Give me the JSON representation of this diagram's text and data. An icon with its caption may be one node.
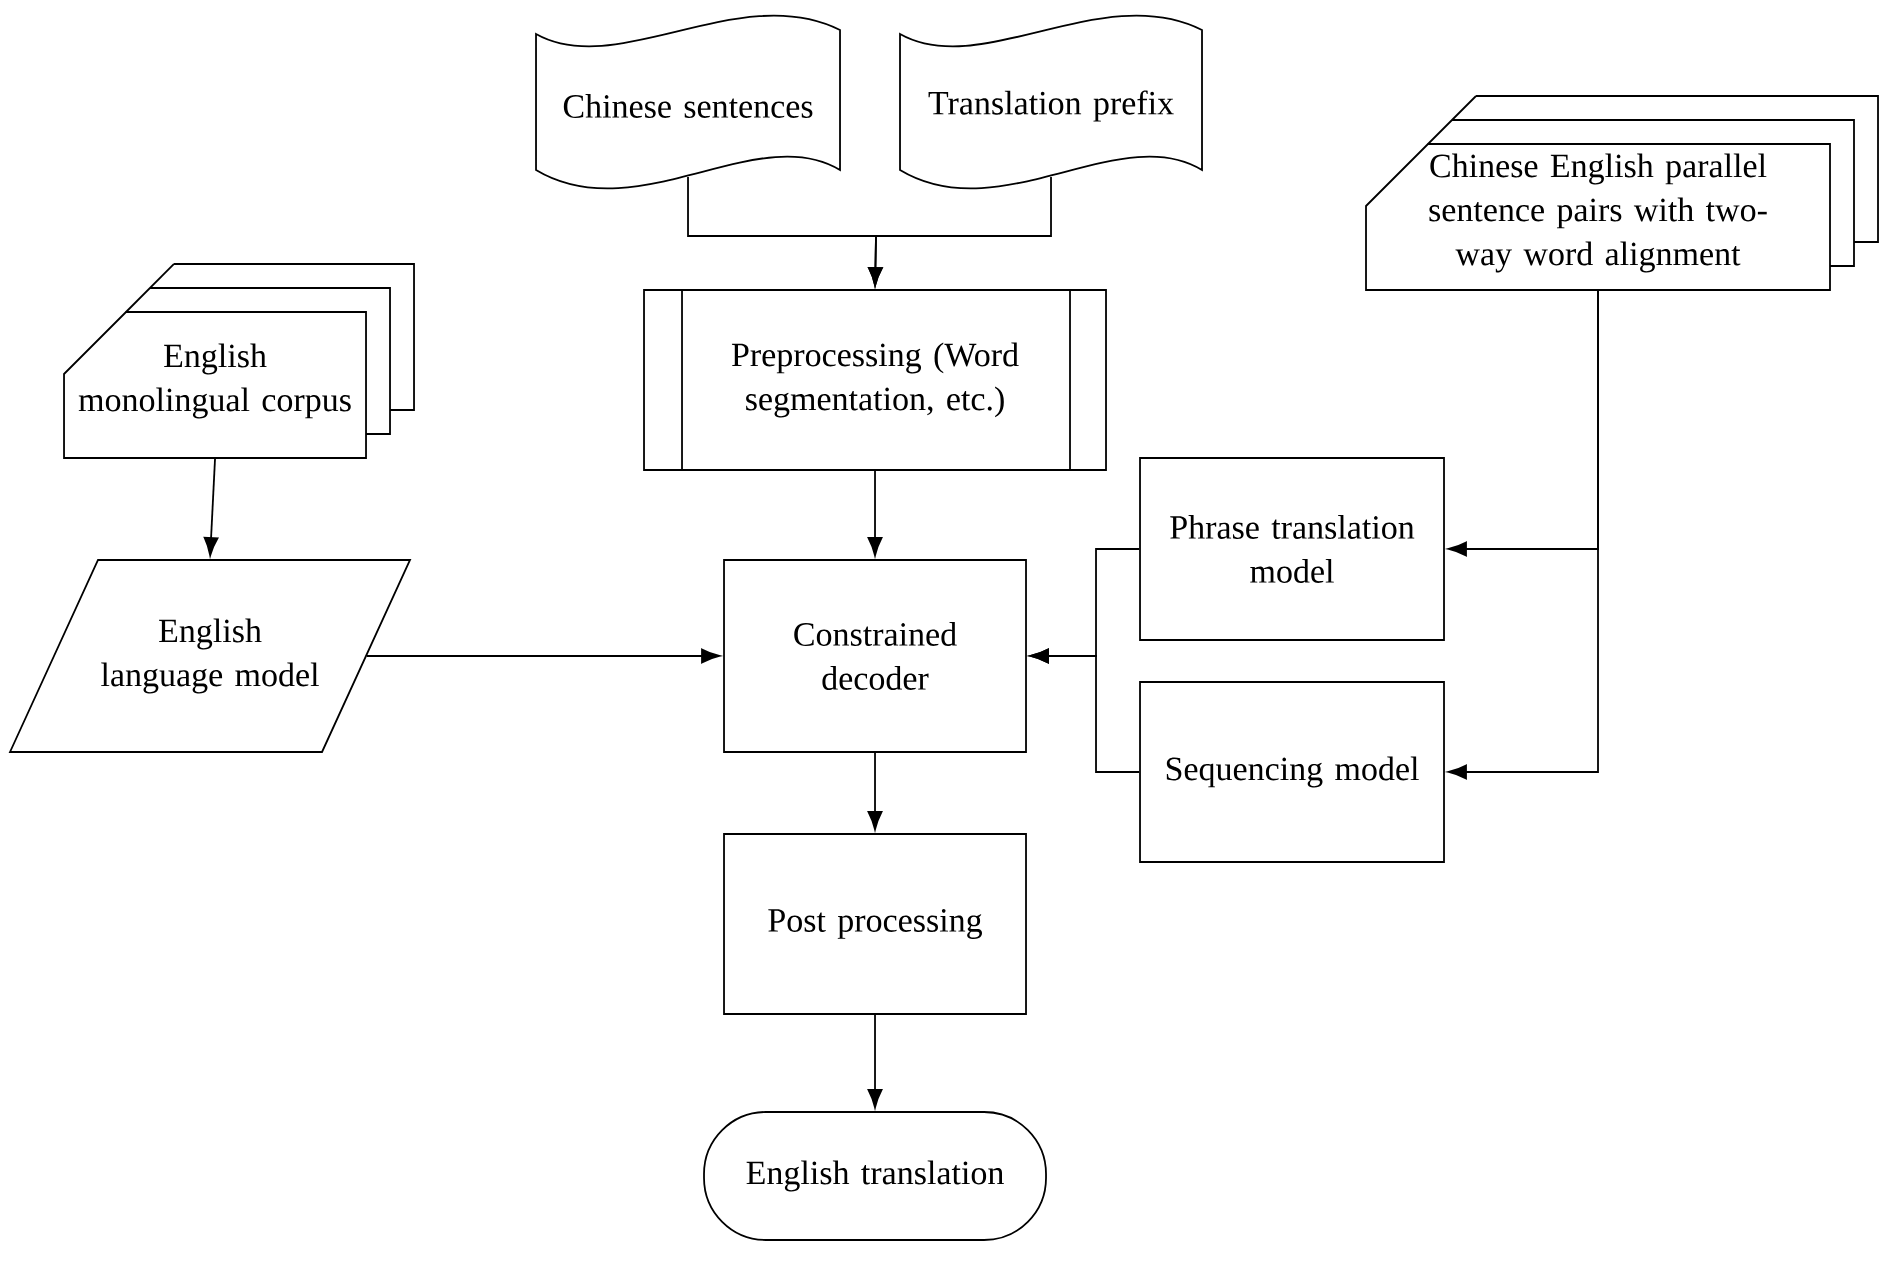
{
  "diagram": {
    "nodes": [
      {
        "text": [
          "Chinese sentences"
        ]
      },
      {
        "text": [
          "Translation prefix"
        ]
      },
      {
        "text": [
          "English monolingual corpus"
        ]
      },
      {
        "text": [
          "Chinese English parallel sentence pairs with two-way word alignment"
        ]
      },
      {
        "text": [
          "Preprocessing (Word segmentation, etc.)"
        ]
      },
      {
        "text": [
          "English language model"
        ]
      },
      {
        "text": [
          "Constrained decoder"
        ]
      },
      {
        "text": [
          "Phrase translation model"
        ]
      },
      {
        "text": [
          "Sequencing model"
        ]
      },
      {
        "text": [
          "Post processing"
        ]
      },
      {
        "text": [
          "English translation"
        ]
      }
    ],
    "edges": [
      {
        "from": 0,
        "to": 4,
        "arrow": "to"
      },
      {
        "from": 1,
        "to": 4,
        "arrow": "to"
      },
      {
        "from": 2,
        "to": 5,
        "arrow": "to"
      },
      {
        "from": 4,
        "to": 6,
        "arrow": "to"
      },
      {
        "from": 5,
        "to": 6,
        "arrow": "to"
      },
      {
        "from": 3,
        "to": 7,
        "arrow": "to"
      },
      {
        "from": 3,
        "to": 8,
        "arrow": "to"
      },
      {
        "from": 7,
        "to": 6,
        "arrow": "to"
      },
      {
        "from": 8,
        "to": 6,
        "arrow": "to"
      },
      {
        "from": 6,
        "to": 9,
        "arrow": "to"
      },
      {
        "from": 9,
        "to": 10,
        "arrow": "to"
      }
    ]
  }
}
